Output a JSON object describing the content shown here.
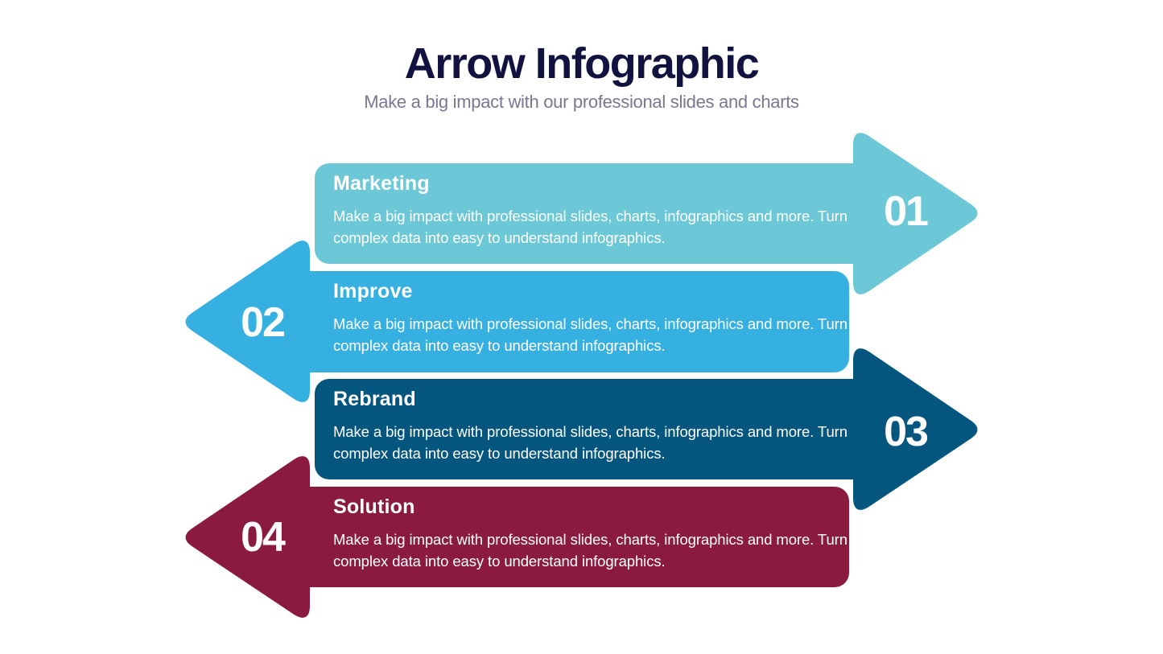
{
  "header": {
    "title": "Arrow Infographic",
    "subtitle": "Make a big impact with our professional slides and charts"
  },
  "steps": [
    {
      "number": "01",
      "title": "Marketing",
      "text": "Make a big impact with professional slides, charts, infographics and more. Turn complex data into easy to understand infographics.",
      "direction": "right",
      "color": "#6CC8D6"
    },
    {
      "number": "02",
      "title": "Improve",
      "text": "Make a big impact with professional slides, charts, infographics and more. Turn complex data into easy to understand infographics.",
      "direction": "left",
      "color": "#36B0E1"
    },
    {
      "number": "03",
      "title": "Rebrand",
      "text": "Make a big impact with professional slides, charts, infographics and more. Turn complex data into easy to understand infographics.",
      "direction": "right",
      "color": "#04567F"
    },
    {
      "number": "04",
      "title": "Solution",
      "text": "Make a big impact with professional slides, charts, infographics and more. Turn complex data into easy to understand infographics.",
      "direction": "left",
      "color": "#8B1A3F"
    }
  ]
}
